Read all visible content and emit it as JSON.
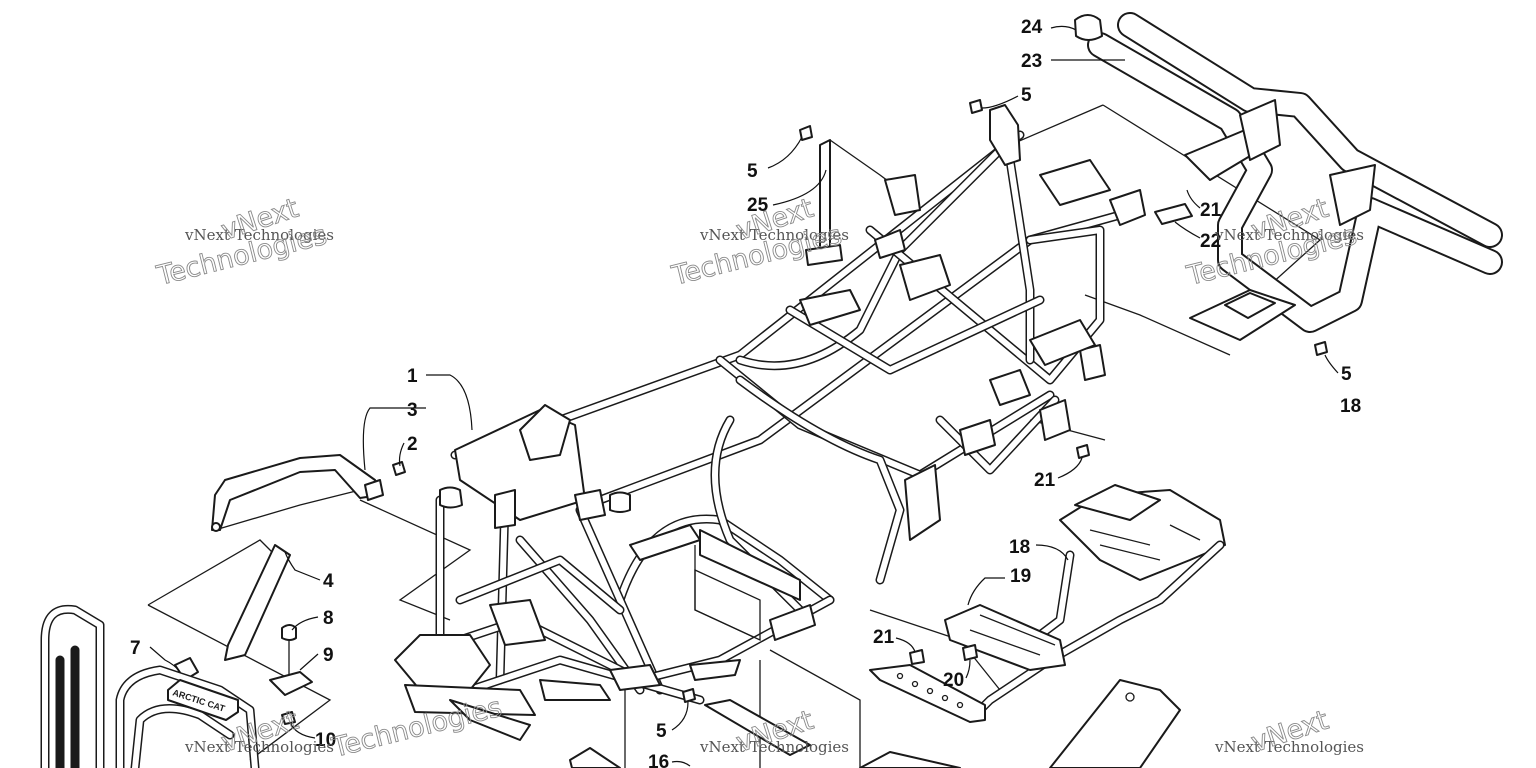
{
  "callouts": [
    {
      "id": "c1",
      "text": "1"
    },
    {
      "id": "c2",
      "text": "2"
    },
    {
      "id": "c3",
      "text": "3"
    },
    {
      "id": "c4",
      "text": "4"
    },
    {
      "id": "c5a",
      "text": "5"
    },
    {
      "id": "c5b",
      "text": "5"
    },
    {
      "id": "c5c",
      "text": "5"
    },
    {
      "id": "c5d",
      "text": "5"
    },
    {
      "id": "c7",
      "text": "7"
    },
    {
      "id": "c8",
      "text": "8"
    },
    {
      "id": "c9",
      "text": "9"
    },
    {
      "id": "c10",
      "text": "10"
    },
    {
      "id": "c16",
      "text": "16"
    },
    {
      "id": "c18a",
      "text": "18"
    },
    {
      "id": "c18b",
      "text": "18"
    },
    {
      "id": "c19",
      "text": "19"
    },
    {
      "id": "c20",
      "text": "20"
    },
    {
      "id": "c21a",
      "text": "21"
    },
    {
      "id": "c21b",
      "text": "21"
    },
    {
      "id": "c21c",
      "text": "21"
    },
    {
      "id": "c22",
      "text": "22"
    },
    {
      "id": "c23",
      "text": "23"
    },
    {
      "id": "c24",
      "text": "24"
    },
    {
      "id": "c25",
      "text": "25"
    }
  ],
  "watermark": {
    "line1": "vNext Technologies",
    "word1": "vNext",
    "word2": "Technologies"
  },
  "rack_logo": "ARCTIC CAT",
  "colors": {
    "ink": "#1a1a1a",
    "background": "#ffffff",
    "watermark": "#8a8a8a"
  }
}
